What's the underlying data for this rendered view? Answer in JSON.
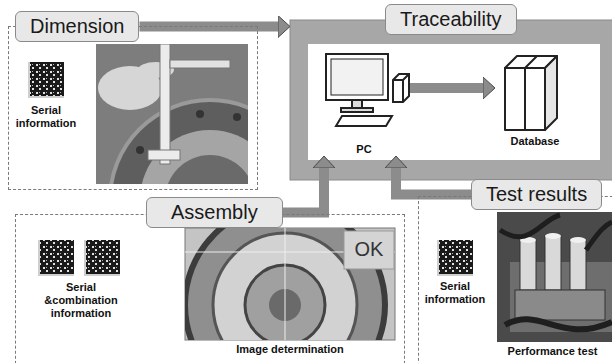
{
  "diagram": {
    "nodes": [
      {
        "text": [
          "Dimension"
        ]
      },
      {
        "text": [
          "Traceability"
        ]
      },
      {
        "text": [
          "PC"
        ],
        "in": 1
      },
      {
        "text": [
          "Database"
        ],
        "in": 1
      },
      {
        "text": [
          "Assembly"
        ]
      },
      {
        "text": [
          "Test results"
        ]
      }
    ],
    "edges": [
      {
        "from": 0,
        "to": 1,
        "arrow": "to"
      },
      {
        "from": 2,
        "to": 3,
        "arrow": "to"
      },
      {
        "from": 4,
        "to": 2,
        "arrow": "to"
      },
      {
        "from": 5,
        "to": 2,
        "arrow": "to"
      }
    ],
    "labels": [
      "Serial information",
      "Serial &combination information",
      "OK",
      "Image determination",
      "Serial information",
      "Performance test"
    ]
  }
}
